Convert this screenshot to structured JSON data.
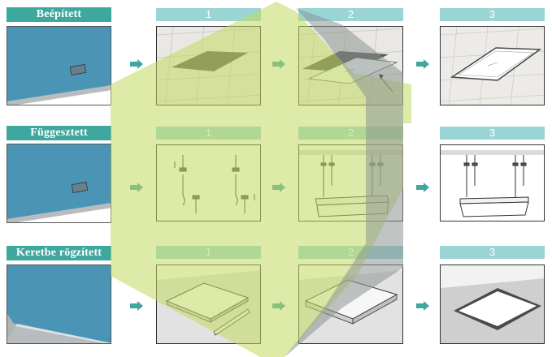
{
  "sections": [
    {
      "label": "Beépített"
    },
    {
      "label": "Függesztett"
    },
    {
      "label": "Keretbe rögzített"
    }
  ],
  "steps": [
    "1",
    "2",
    "3"
  ],
  "colors": {
    "label_bg": "#3ea79e",
    "step_bg": "#9ad4d4",
    "arrow": "#3ea79e",
    "panel_blue": "#4a95b5",
    "overlay_green": "#c2d861",
    "overlay_gray": "#9aa2a0"
  },
  "icons": [
    "arrow-right-icon"
  ]
}
